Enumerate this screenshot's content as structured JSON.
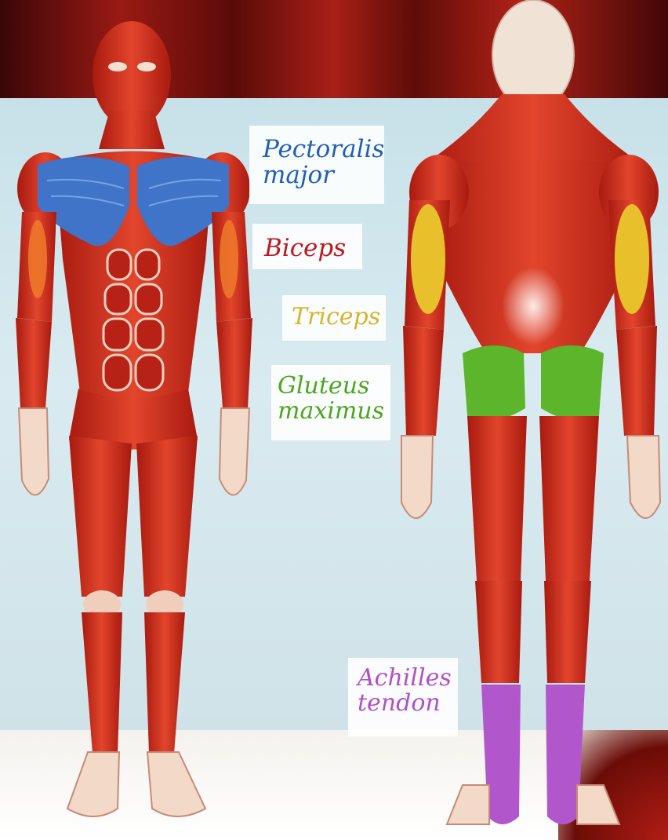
{
  "labels": {
    "pectoralis_line1": "Pectoralis",
    "pectoralis_line2": "major",
    "biceps": "Biceps",
    "triceps": "Triceps",
    "gluteus_line1": "Gluteus",
    "gluteus_line2": "maximus",
    "achilles_line1": "Achilles",
    "achilles_line2": "tendon"
  },
  "colors": {
    "pectoralis": "#1f5fb8",
    "biceps": "#c0161c",
    "triceps": "#d8b42a",
    "gluteus": "#4aa61e",
    "achilles": "#b24fc8",
    "muscle": "#d2311f",
    "muscle_dark": "#9f1a12"
  }
}
